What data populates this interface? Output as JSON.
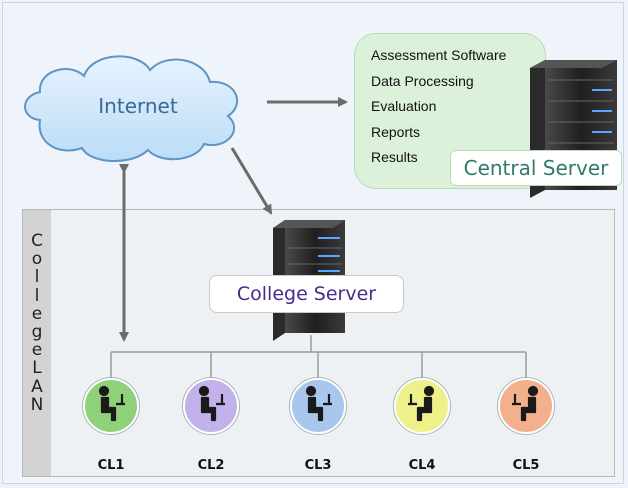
{
  "internet": {
    "label": "Internet"
  },
  "central_server": {
    "label": "Central Server",
    "services": [
      "Assessment Software",
      "Data Processing",
      "Evaluation",
      "Reports",
      "Results"
    ]
  },
  "college_server": {
    "label": "College Server"
  },
  "college_lan": {
    "letters": [
      "C",
      "o",
      "l",
      "l",
      "e",
      "g",
      "e",
      "L",
      "A",
      "N"
    ]
  },
  "clients": [
    {
      "label": "CL1",
      "color": "#8fd07a"
    },
    {
      "label": "CL2",
      "color": "#c3b1ea"
    },
    {
      "label": "CL3",
      "color": "#a9c6ef"
    },
    {
      "label": "CL4",
      "color": "#eef08a"
    },
    {
      "label": "CL5",
      "color": "#f2b08c"
    }
  ],
  "colors": {
    "arrow": "#6b6b6b",
    "cloud": "#cfe7fb",
    "cloud_border": "#5d95c6"
  }
}
